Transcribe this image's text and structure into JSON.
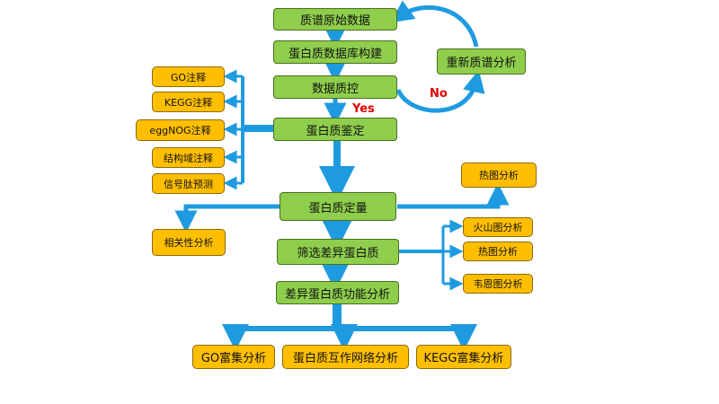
{
  "nodes": {
    "raw_data": "质谱原始数据",
    "db_build": "蛋白质数据库构建",
    "qc": "数据质控",
    "identify": "蛋白质鉴定",
    "quant": "蛋白质定量",
    "diff_filter": "筛选差异蛋白质",
    "func_analysis": "差异蛋白质功能分析",
    "reanalysis": "重新质谱分析",
    "go_annot": "GO注释",
    "kegg_annot": "KEGG注释",
    "eggnog_annot": "eggNOG注释",
    "domain_annot": "结构域注释",
    "signal_pred": "信号肽预测",
    "heatmap_top": "热图分析",
    "correlation": "相关性分析",
    "volcano": "火山图分析",
    "heatmap_diff": "热图分析",
    "venn": "韦恩图分析",
    "go_enrich": "GO富集分析",
    "ppi": "蛋白质互作网络分析",
    "kegg_enrich": "KEGG富集分析"
  },
  "labels": {
    "yes": "Yes",
    "no": "No"
  },
  "colors": {
    "green": "#8fce4c",
    "orange": "#ffbf00",
    "arrow": "#1e9be0"
  }
}
